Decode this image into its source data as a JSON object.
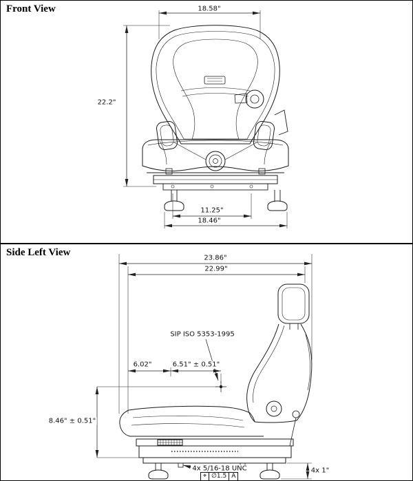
{
  "front_view": {
    "title": "Front View",
    "dims": {
      "top_width": "18.58\"",
      "overall_height": "22.2\"",
      "mount_inner_width": "11.25\"",
      "mount_outer_width": "18.46\""
    }
  },
  "side_view": {
    "title": "Side Left View",
    "dims": {
      "overall_depth": "23.86\"",
      "upper_depth": "22.99\"",
      "sip_standard": "SIP ISO 5353-1995",
      "sip_offset_front": "6.02\"",
      "sip_offset": "6.51\" ± 0.51\"",
      "sip_height": "8.46\" ± 0.51\"",
      "foot_height": "4x 1\"",
      "thread_callout": "4x 5/16-18 UNC"
    },
    "gdt": {
      "symbol": "⌖",
      "tolerance": "∅1.5",
      "datum": "A"
    }
  }
}
